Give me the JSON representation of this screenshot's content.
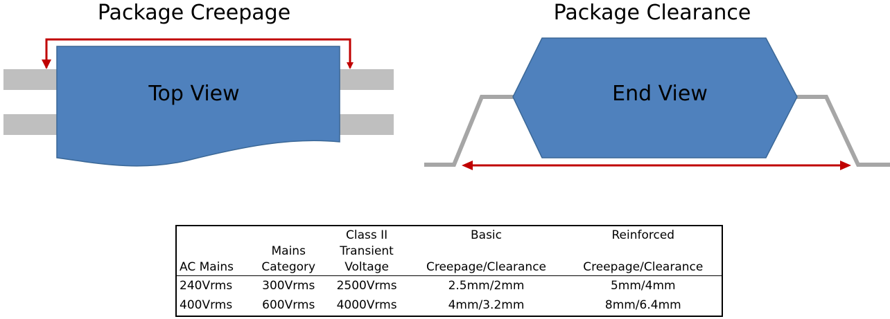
{
  "creepage_diagram": {
    "title": "Package Creepage",
    "body_label": "Top View"
  },
  "clearance_diagram": {
    "title": "Package Clearance",
    "body_label": "End View"
  },
  "colors": {
    "package_fill": "#4f81bd",
    "package_stroke": "#3a6796",
    "lead_gray": "#bfbfbf",
    "arrow_red": "#c00000"
  },
  "table": {
    "headers": [
      {
        "line1": "",
        "line2": "",
        "line3": "AC Mains"
      },
      {
        "line1": "",
        "line2": "Mains",
        "line3": "Category"
      },
      {
        "line1": "Class II",
        "line2": "Transient",
        "line3": "Voltage"
      },
      {
        "line1": "Basic",
        "line2": "",
        "line3": "Creepage/Clearance"
      },
      {
        "line1": "Reinforced",
        "line2": "",
        "line3": "Creepage/Clearance"
      }
    ],
    "rows": [
      [
        "240Vrms",
        "300Vrms",
        "2500Vrms",
        "2.5mm/2mm",
        "5mm/4mm"
      ],
      [
        "400Vrms",
        "600Vrms",
        "4000Vrms",
        "4mm/3.2mm",
        "8mm/6.4mm"
      ]
    ]
  }
}
